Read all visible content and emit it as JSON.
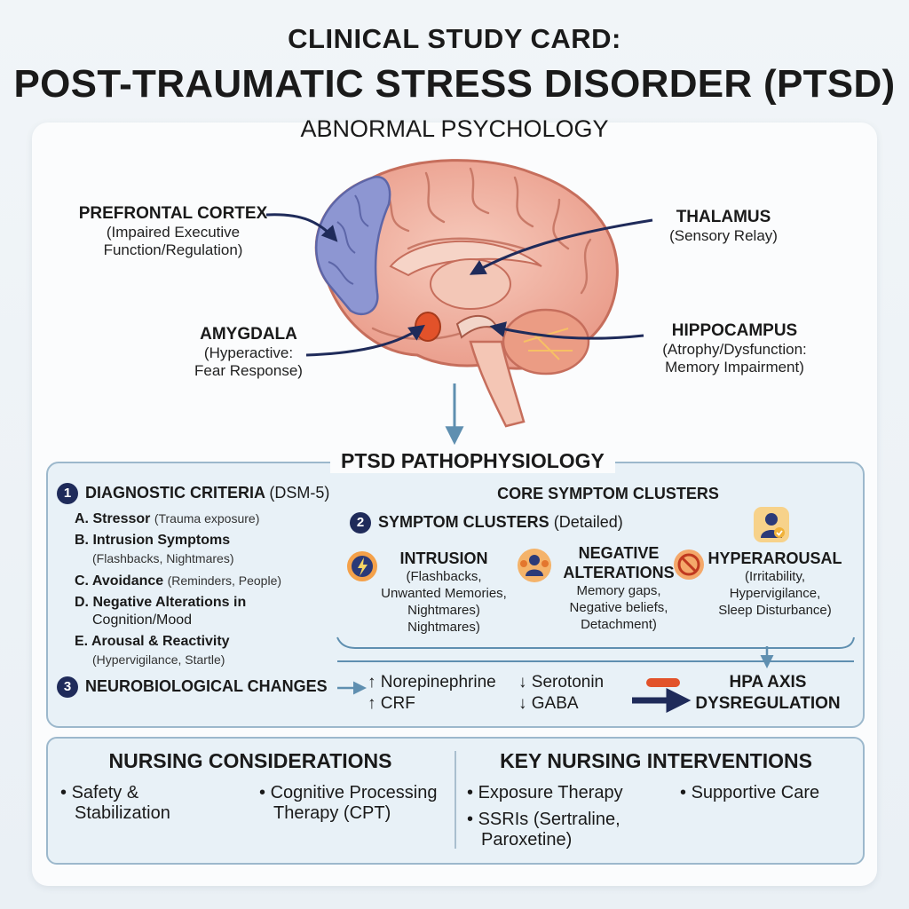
{
  "header": {
    "line1": "CLINICAL STUDY CARD:",
    "line2": "POST-TRAUMATIC STRESS DISORDER (PTSD)",
    "subtitle": "ABNORMAL PSYCHOLOGY"
  },
  "brain_labels": {
    "prefrontal": {
      "title": "PREFRONTAL CORTEX",
      "desc1": "(Impaired Executive",
      "desc2": "Function/Regulation)"
    },
    "thalamus": {
      "title": "THALAMUS",
      "desc1": "(Sensory Relay)"
    },
    "amygdala": {
      "title": "AMYGDALA",
      "desc1": "(Hyperactive:",
      "desc2": "Fear Response)"
    },
    "hippocampus": {
      "title": "HIPPOCAMPUS",
      "desc1": "(Atrophy/Dysfunction:",
      "desc2": "Memory Impairment)"
    }
  },
  "pathophysiology": {
    "title": "PTSD PATHOPHYSIOLOGY",
    "diagnostic": {
      "num": "1",
      "title": "DIAGNOSTIC CRITERIA",
      "title_suffix": "(DSM-5)",
      "items": [
        {
          "letter": "A. Stressor",
          "detail": "(Trauma exposure)"
        },
        {
          "letter": "B. Intrusion Symptoms",
          "detail": "(Flashbacks, Nightmares)"
        },
        {
          "letter": "C. Avoidance",
          "detail": "(Reminders, People)"
        },
        {
          "letter": "D. Negative Alterations in",
          "detail": "Cognition/Mood"
        },
        {
          "letter": "E. Arousal & Reactivity",
          "detail": "(Hypervigilance, Startle)"
        }
      ]
    },
    "core_title": "CORE SYMPTOM CLUSTERS",
    "clusters_head": {
      "num": "2",
      "title": "SYMPTOM CLUSTERS",
      "suffix": "(Detailed)"
    },
    "clusters": [
      {
        "title1": "INTRUSION",
        "title2": "",
        "lines": [
          "(Flashbacks,",
          "Unwanted Memories,",
          "Nightmares)",
          "Nightmares)"
        ]
      },
      {
        "title1": "NEGATIVE",
        "title2": "ALTERATIONS",
        "lines": [
          "Memory gaps,",
          "Negative beliefs,",
          "Detachment)"
        ]
      },
      {
        "title1": "HYPERAROUSAL",
        "title2": "",
        "lines": [
          "(Irritability,",
          "Hypervigilance,",
          "Sleep Disturbance)"
        ]
      }
    ],
    "neuro": {
      "num": "3",
      "title": "NEUROBIOLOGICAL CHANGES",
      "up": [
        "Norepinephrine",
        "CRF"
      ],
      "down": [
        "Serotonin",
        "GABA"
      ],
      "up_arrow": "↑",
      "down_arrow": "↓",
      "hpa1": "HPA AXIS",
      "hpa2": "DYSREGULATION"
    }
  },
  "nursing": {
    "considerations_title": "NURSING CONSIDERATIONS",
    "considerations": [
      {
        "l1": "Safety &",
        "l2": "Stabilization"
      },
      {
        "l1": "Cognitive Processing",
        "l2": "Therapy (CPT)"
      }
    ],
    "interventions_title": "KEY NURSING INTERVENTIONS",
    "interventions": [
      {
        "l1": "Exposure Therapy",
        "l2": ""
      },
      {
        "l1": "SSRIs (Sertraline,",
        "l2": "Paroxetine)"
      },
      {
        "l1": "Supportive Care",
        "l2": ""
      }
    ],
    "bullet": "•"
  },
  "colors": {
    "navy": "#1f2b5a",
    "brain_pink": "#f2b7a8",
    "prefrontal_blue": "#8d96d2",
    "amygdala_red": "#e2522a",
    "panel_bg": "#e8f1f7",
    "panel_border": "#9cb8cc"
  }
}
